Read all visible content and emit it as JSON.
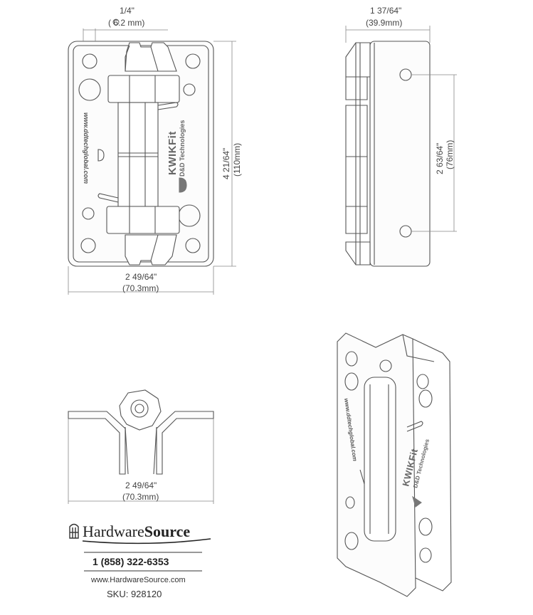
{
  "product": {
    "brand_main": "KWIKFit",
    "brand_sub": "D&D Technologies",
    "engraved_url": "www.ddtechglobal.com"
  },
  "dimensions": {
    "pin_in": "1/4\"",
    "pin_mm": "( 6.2 mm)",
    "depth_in": "1  37/64\"",
    "depth_mm": "(39.9mm)",
    "height_in": "4  21/64\"",
    "height_mm": "(110mm)",
    "width_in": "2  49/64\"",
    "width_mm": "(70.3mm)",
    "hole_spacing_in": "2  63/64\"",
    "hole_spacing_mm": "(76mm)",
    "bottom_width_in": "2  49/64\"",
    "bottom_width_mm": "(70.3mm)"
  },
  "footer": {
    "logo_word_regular": "Hardware",
    "logo_word_bold": "Source",
    "phone": "1 (858) 322-6353",
    "url": "www.HardwareSource.com",
    "sku": "SKU: 928120"
  },
  "icons": [
    "hardware-source-logo-icon",
    "diameter-symbol-icon",
    "dd-logo-icon"
  ]
}
